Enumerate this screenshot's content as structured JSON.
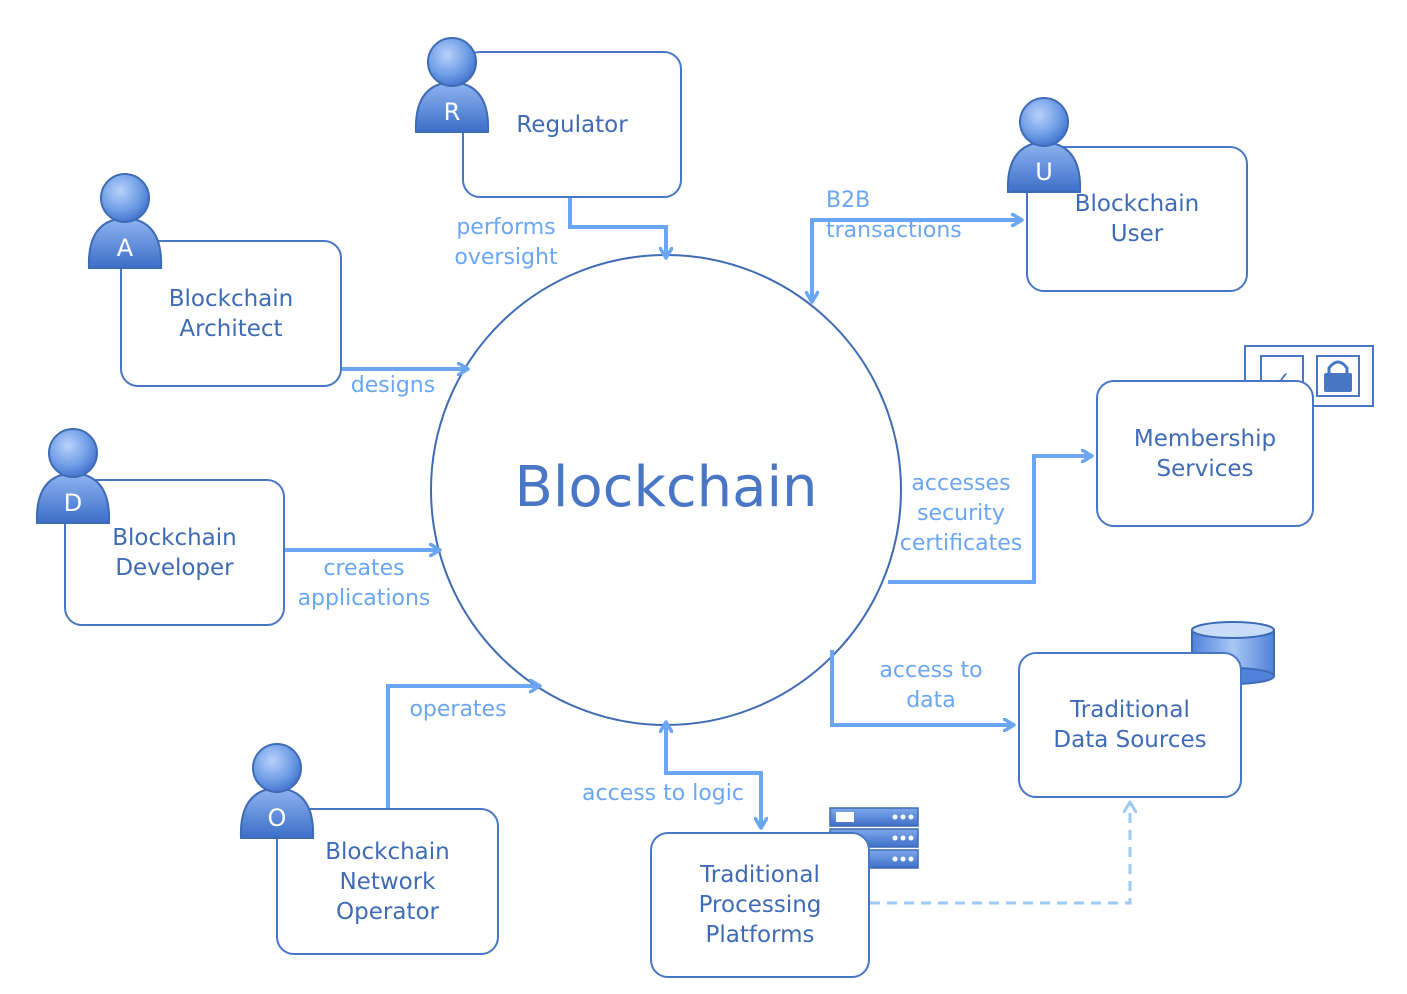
{
  "center": {
    "title": "Blockchain"
  },
  "nodes": {
    "regulator": "Regulator",
    "architect": "Blockchain\nArchitect",
    "developer": "Blockchain\nDeveloper",
    "operator": "Blockchain\nNetwork\nOperator",
    "user": "Blockchain\nUser",
    "membership": "Membership\nServices",
    "data_sources": "Traditional\nData Sources",
    "processing": "Traditional\nProcessing\nPlatforms"
  },
  "avatars": {
    "regulator": "R",
    "architect": "A",
    "developer": "D",
    "operator": "O",
    "user": "U"
  },
  "edges": {
    "performs_oversight": "performs\noversight",
    "designs": "designs",
    "creates_applications": "creates\napplications",
    "operates": "operates",
    "b2b_transactions": "B2B\ntransactions",
    "accesses_security_certificates": "accesses\nsecurity\ncertificates",
    "access_to_data": "access to\ndata",
    "access_to_logic": "access to logic"
  },
  "icons": {
    "certificate_check": "✓",
    "person": "person-icon",
    "lock": "lock-icon",
    "database": "database-icon",
    "server": "server-icon"
  },
  "colors": {
    "border": "#4a76c6",
    "text": "#3f6bb5",
    "arrow": "#6aa6f2",
    "avatar": "#5b8fe0"
  }
}
